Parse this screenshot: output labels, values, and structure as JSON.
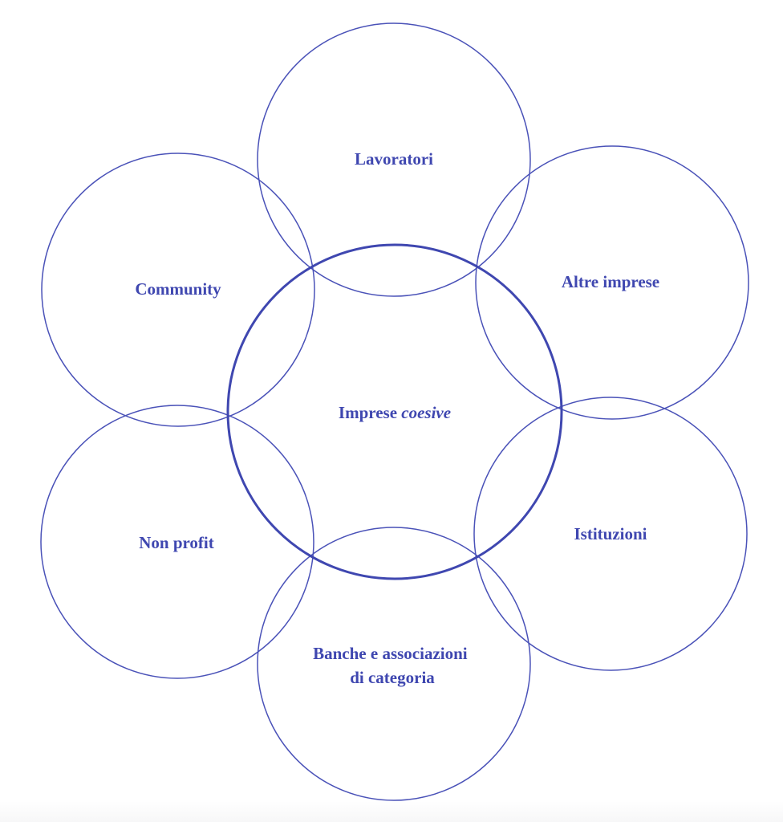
{
  "diagram": {
    "title": "",
    "colors": {
      "stroke": "#4a52b8",
      "center_stroke": "#3f47b0",
      "text": "#3f47b0",
      "background": "#ffffff"
    },
    "center": {
      "label_plain": "Imprese",
      "label_italic": "coesive"
    },
    "satellites": [
      {
        "id": "lavoratori",
        "label_lines": [
          "Lavoratori"
        ]
      },
      {
        "id": "altre-imprese",
        "label_lines": [
          "Altre imprese"
        ]
      },
      {
        "id": "istituzioni",
        "label_lines": [
          "Istituzioni"
        ]
      },
      {
        "id": "banche",
        "label_lines": [
          "Banche e associazioni",
          "di categoria"
        ]
      },
      {
        "id": "non-profit",
        "label_lines": [
          "Non profit"
        ]
      },
      {
        "id": "community",
        "label_lines": [
          "Community"
        ]
      }
    ]
  }
}
